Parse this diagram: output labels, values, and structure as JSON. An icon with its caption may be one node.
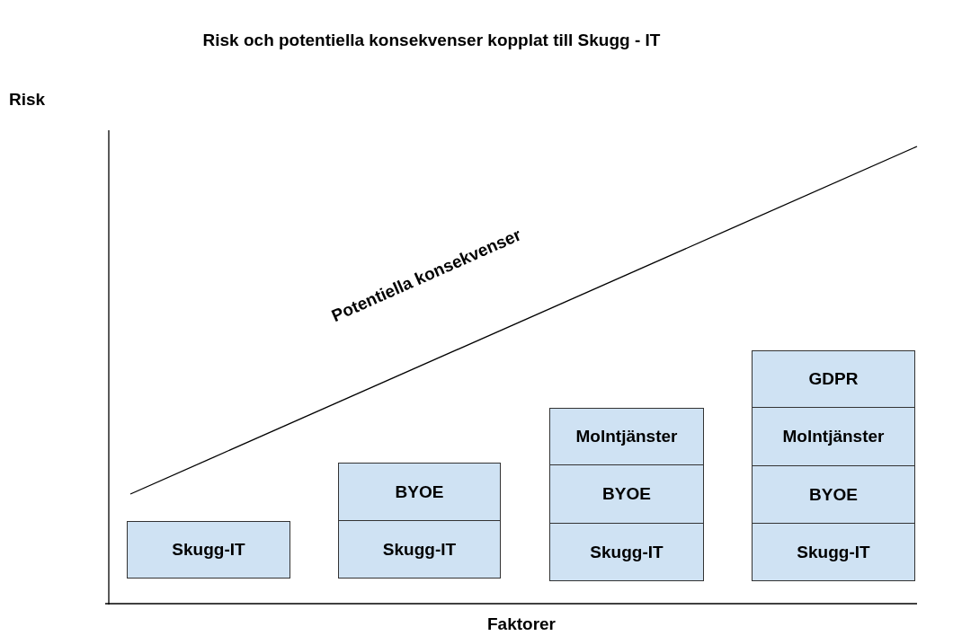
{
  "diagram": {
    "title": "Risk och potentiella konsekvenser kopplat till Skugg - IT",
    "nodes": [
      {
        "text": [
          "Skugg-IT"
        ]
      },
      {
        "text": [
          "BYOE"
        ]
      },
      {
        "text": [
          "Skugg-IT"
        ]
      },
      {
        "text": [
          "Molntjänster"
        ]
      },
      {
        "text": [
          "BYOE"
        ]
      },
      {
        "text": [
          "Skugg-IT"
        ]
      },
      {
        "text": [
          "GDPR"
        ]
      },
      {
        "text": [
          "Molntjänster"
        ]
      },
      {
        "text": [
          "BYOE"
        ]
      },
      {
        "text": [
          "Skugg-IT"
        ]
      }
    ],
    "edges": [],
    "labels": [
      "Risk",
      "Potentiella konsekvenser",
      "Faktorer"
    ]
  }
}
